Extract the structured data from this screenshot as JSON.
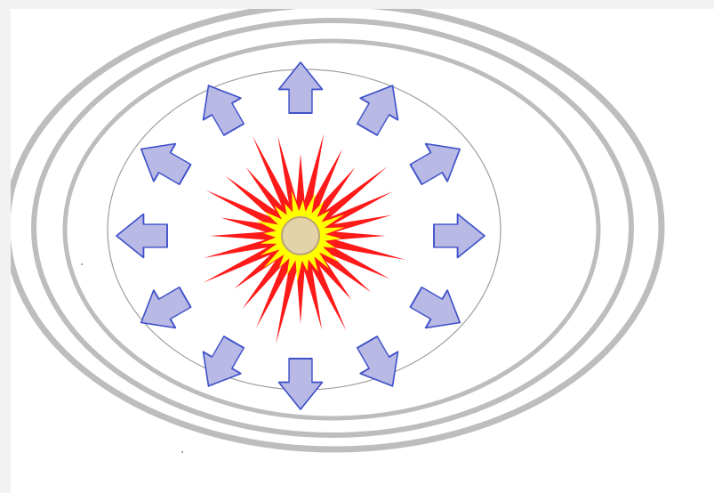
{
  "diagram": {
    "type": "radial-explosion",
    "colors": {
      "page_background": "#f2f2f2",
      "canvas_background": "#ffffff",
      "outer_rings": "#bdbdbd",
      "inner_ring": "#9e9e9e",
      "starburst_outer": "#ff1a1a",
      "starburst_inner": "#ffff00",
      "core_fill": "#e4d3a8",
      "core_stroke": "#b8a47a",
      "arrow_fill": "#b9b9e6",
      "arrow_stroke": "#3f52c8"
    },
    "icons": {
      "core": "core-circle-icon",
      "burst": "starburst-icon",
      "arrows": "outward-arrow-icon",
      "rings": "concentric-ring-icon"
    },
    "arrow_count": 12,
    "ring_count": 4
  }
}
